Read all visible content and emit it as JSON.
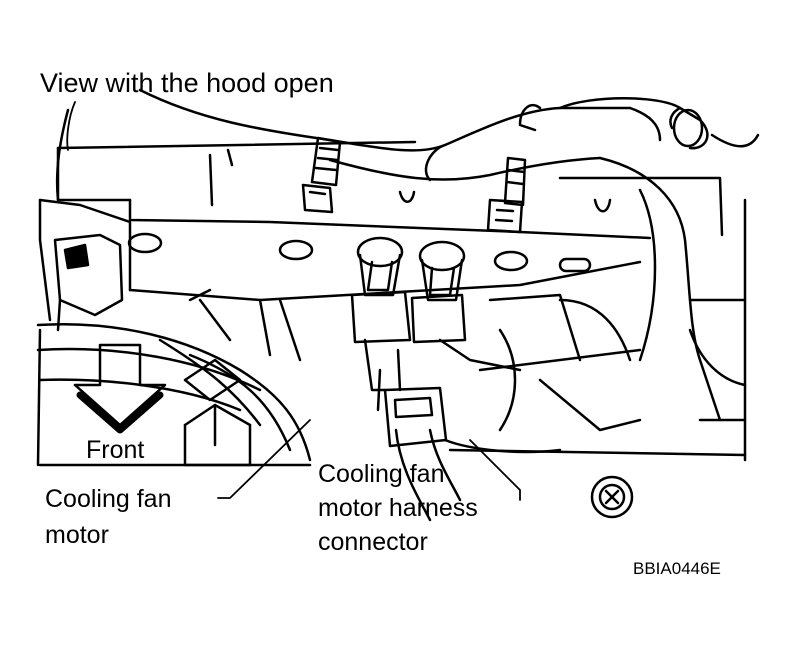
{
  "figure": {
    "title": "View with the hood open",
    "direction_label": "Front",
    "callouts": {
      "cooling_fan_motor": [
        "Cooling fan",
        "motor"
      ],
      "harness_connector": [
        "Cooling fan",
        "motor harness",
        "connector"
      ]
    },
    "figure_code": "BBIA0446E"
  }
}
